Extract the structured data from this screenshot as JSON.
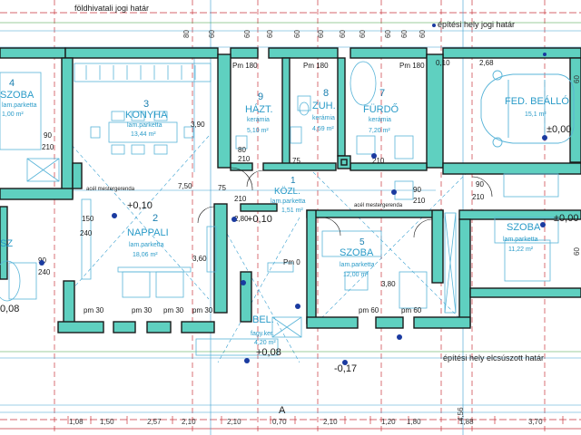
{
  "boundaries": {
    "top_left": "földhivatali jogi határ",
    "top_right": "építési hely jogi határ",
    "bottom_right": "építési hely elcsúszott határ"
  },
  "beams": [
    "acél mestergerenda",
    "acél mestergerenda"
  ],
  "axis_label": "A",
  "rooms": [
    {
      "num": "4",
      "name": "SZOBA",
      "floor": "lam.parketta",
      "area": "1,00 m²"
    },
    {
      "num": "3",
      "name": "KONYHA",
      "floor": "lam.parketta",
      "area": "13,44 m²"
    },
    {
      "num": "9",
      "name": "HÁZT.",
      "floor": "kerámia",
      "area": "5,10 m²"
    },
    {
      "num": "8",
      "name": "ZUH.",
      "floor": "kerámia",
      "area": "4,59 m²"
    },
    {
      "num": "7",
      "name": "FÜRDŐ",
      "floor": "kerámia",
      "area": "7,20 m²"
    },
    {
      "num": "",
      "name": "FED. BEÁLLÓ",
      "floor": "",
      "area": "15,1 m²"
    },
    {
      "num": "1",
      "name": "KÖZL.",
      "floor": "lam.parketta",
      "area": "1,51 m²"
    },
    {
      "num": "2",
      "name": "NAPPALI",
      "floor": "lam.parketta",
      "area": "18,06 m²"
    },
    {
      "num": "5",
      "name": "SZOBA",
      "floor": "lam.parketta",
      "area": "12,00 m²"
    },
    {
      "num": "",
      "name": "SZOBA",
      "floor": "lam.parketta",
      "area": "11,22 m²"
    },
    {
      "num": "",
      "name": "BEL.",
      "floor": "fagy.ker.",
      "area": "4,20 m²"
    },
    {
      "num": "",
      "name": "SZ",
      "floor": "",
      "area": ""
    }
  ],
  "levels": [
    "+0,10",
    "+0,10",
    "±0,00",
    "±0,00",
    "+0,08",
    "-0,17",
    "0,08"
  ],
  "pm_labels": [
    "Pm 180",
    "Pm 180",
    "Pm 180",
    "pm 30",
    "pm 30",
    "pm 30",
    "pm 30",
    "pm 60",
    "pm 60",
    "Pm 0"
  ],
  "openings": [
    "90",
    "210",
    "150",
    "240",
    "90",
    "240",
    "75",
    "210",
    "90",
    "210",
    "90",
    "210",
    "80",
    "210",
    "75",
    "210",
    "2,80",
    "3,60",
    "3,90",
    "7,50",
    "2,68",
    "3,80",
    "0,10"
  ],
  "bottom_dims": [
    "1,08",
    "1,50",
    "2,57",
    "2,10",
    "2,10",
    "0,70",
    "2,10",
    "1,20",
    "1,80",
    "1,88",
    "3,70"
  ],
  "top_dims": [
    "80",
    "60",
    "60",
    "60",
    "60",
    "60",
    "60",
    "60",
    "60",
    "60",
    "60"
  ],
  "right_dims": [
    "60",
    "60",
    "4,56"
  ]
}
